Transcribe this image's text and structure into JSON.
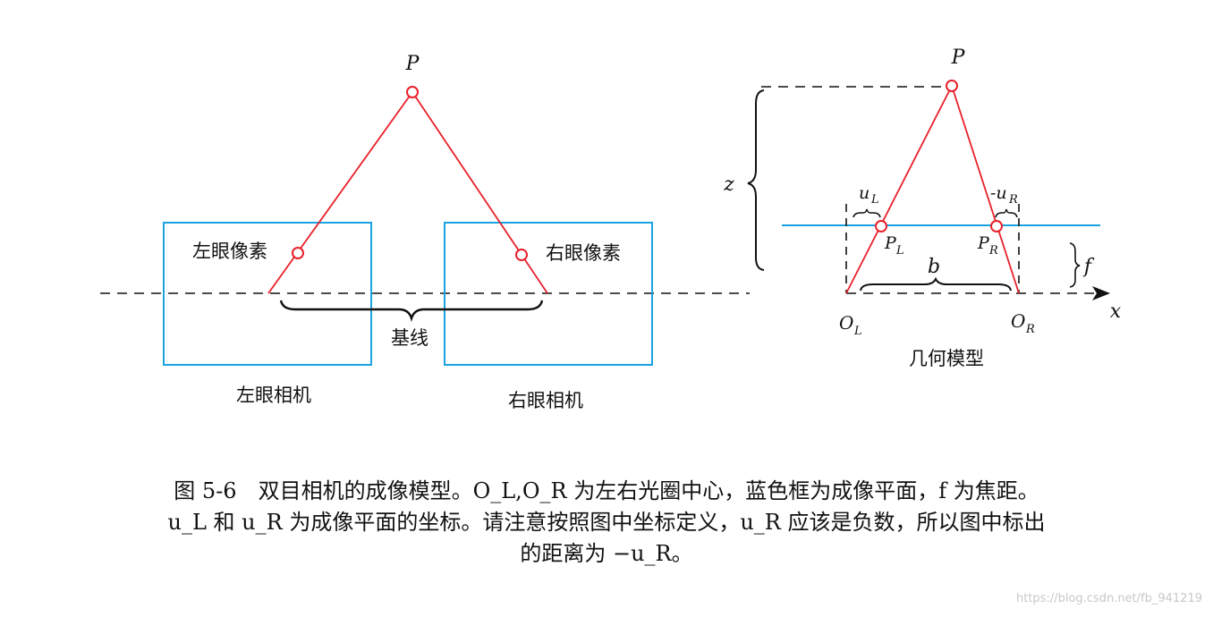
{
  "colors": {
    "ray": "#e8202a",
    "frame": "#1aa3e0",
    "line": "#111111",
    "watermark": "#c8c8c8"
  },
  "left_panel": {
    "point_label": "P",
    "left_pixel_label": "左眼像素",
    "right_pixel_label": "右眼像素",
    "baseline_label": "基线",
    "left_camera_label": "左眼相机",
    "right_camera_label": "右眼相机"
  },
  "right_panel": {
    "point_label": "P",
    "z_label": "z",
    "uL_label": "u",
    "uL_sub": "L",
    "uR_label": "-u",
    "uR_sub": "R",
    "PL_label": "P",
    "PL_sub": "L",
    "PR_label": "P",
    "PR_sub": "R",
    "f_label": "f",
    "b_label": "b",
    "x_label": "x",
    "OL_label": "O",
    "OL_sub": "L",
    "OR_label": "O",
    "OR_sub": "R",
    "title": "几何模型"
  },
  "caption": {
    "line1": "图 5-6　双目相机的成像模型。O_L,O_R 为左右光圈中心，蓝色框为成像平面，f 为焦距。",
    "line2": "u_L 和 u_R 为成像平面的坐标。请注意按照图中坐标定义，u_R 应该是负数，所以图中标出",
    "line3": "的距离为 −u_R。"
  },
  "watermark": "https://blog.csdn.net/fb_941219"
}
